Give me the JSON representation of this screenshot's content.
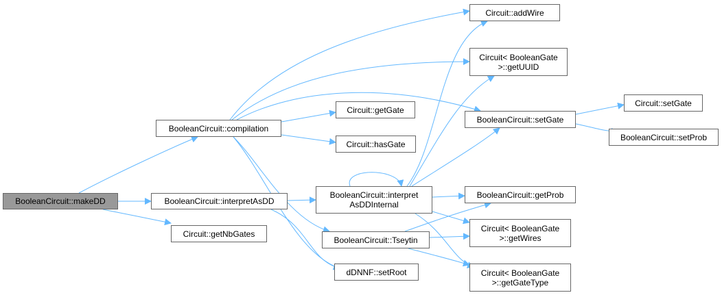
{
  "diagram": {
    "type": "call-graph",
    "edge_color": "#63b8ff",
    "nodes": [
      {
        "id": "makeDD",
        "lines": [
          "BooleanCircuit::makeDD"
        ],
        "highlighted": true
      },
      {
        "id": "compilation",
        "lines": [
          "BooleanCircuit::compilation"
        ]
      },
      {
        "id": "interpretAsDD",
        "lines": [
          "BooleanCircuit::interpretAsDD"
        ]
      },
      {
        "id": "getNbGates",
        "lines": [
          "Circuit::getNbGates"
        ]
      },
      {
        "id": "addWire",
        "lines": [
          "Circuit::addWire"
        ]
      },
      {
        "id": "getUUID",
        "lines": [
          "Circuit< BooleanGate",
          ">::getUUID"
        ]
      },
      {
        "id": "getGate",
        "lines": [
          "Circuit::getGate"
        ]
      },
      {
        "id": "hasGate",
        "lines": [
          "Circuit::hasGate"
        ]
      },
      {
        "id": "bcSetGate",
        "lines": [
          "BooleanCircuit::setGate"
        ]
      },
      {
        "id": "interpretAsDDInternal",
        "lines": [
          "BooleanCircuit::interpret",
          "AsDDInternal"
        ]
      },
      {
        "id": "tseytin",
        "lines": [
          "BooleanCircuit::Tseytin"
        ]
      },
      {
        "id": "setRoot",
        "lines": [
          "dDNNF::setRoot"
        ]
      },
      {
        "id": "cSetGate",
        "lines": [
          "Circuit::setGate"
        ]
      },
      {
        "id": "setProb",
        "lines": [
          "BooleanCircuit::setProb"
        ]
      },
      {
        "id": "getProb",
        "lines": [
          "BooleanCircuit::getProb"
        ]
      },
      {
        "id": "getWires",
        "lines": [
          "Circuit< BooleanGate",
          ">::getWires"
        ]
      },
      {
        "id": "getGateType",
        "lines": [
          "Circuit< BooleanGate",
          ">::getGateType"
        ]
      }
    ],
    "edges": [
      {
        "from": "makeDD",
        "to": "compilation"
      },
      {
        "from": "makeDD",
        "to": "interpretAsDD"
      },
      {
        "from": "makeDD",
        "to": "getNbGates"
      },
      {
        "from": "compilation",
        "to": "addWire"
      },
      {
        "from": "compilation",
        "to": "getUUID"
      },
      {
        "from": "compilation",
        "to": "bcSetGate"
      },
      {
        "from": "compilation",
        "to": "getGate"
      },
      {
        "from": "compilation",
        "to": "hasGate"
      },
      {
        "from": "compilation",
        "to": "tseytin"
      },
      {
        "from": "compilation",
        "to": "setRoot"
      },
      {
        "from": "interpretAsDD",
        "to": "interpretAsDDInternal"
      },
      {
        "from": "interpretAsDD",
        "to": "setRoot"
      },
      {
        "from": "interpretAsDDInternal",
        "to": "interpretAsDDInternal"
      },
      {
        "from": "interpretAsDDInternal",
        "to": "addWire"
      },
      {
        "from": "interpretAsDDInternal",
        "to": "getUUID"
      },
      {
        "from": "interpretAsDDInternal",
        "to": "bcSetGate"
      },
      {
        "from": "interpretAsDDInternal",
        "to": "getProb"
      },
      {
        "from": "interpretAsDDInternal",
        "to": "getWires"
      },
      {
        "from": "interpretAsDDInternal",
        "to": "getGateType"
      },
      {
        "from": "tseytin",
        "to": "getProb"
      },
      {
        "from": "tseytin",
        "to": "getWires"
      },
      {
        "from": "tseytin",
        "to": "getGateType"
      },
      {
        "from": "bcSetGate",
        "to": "cSetGate"
      },
      {
        "from": "bcSetGate",
        "to": "setProb"
      }
    ]
  }
}
